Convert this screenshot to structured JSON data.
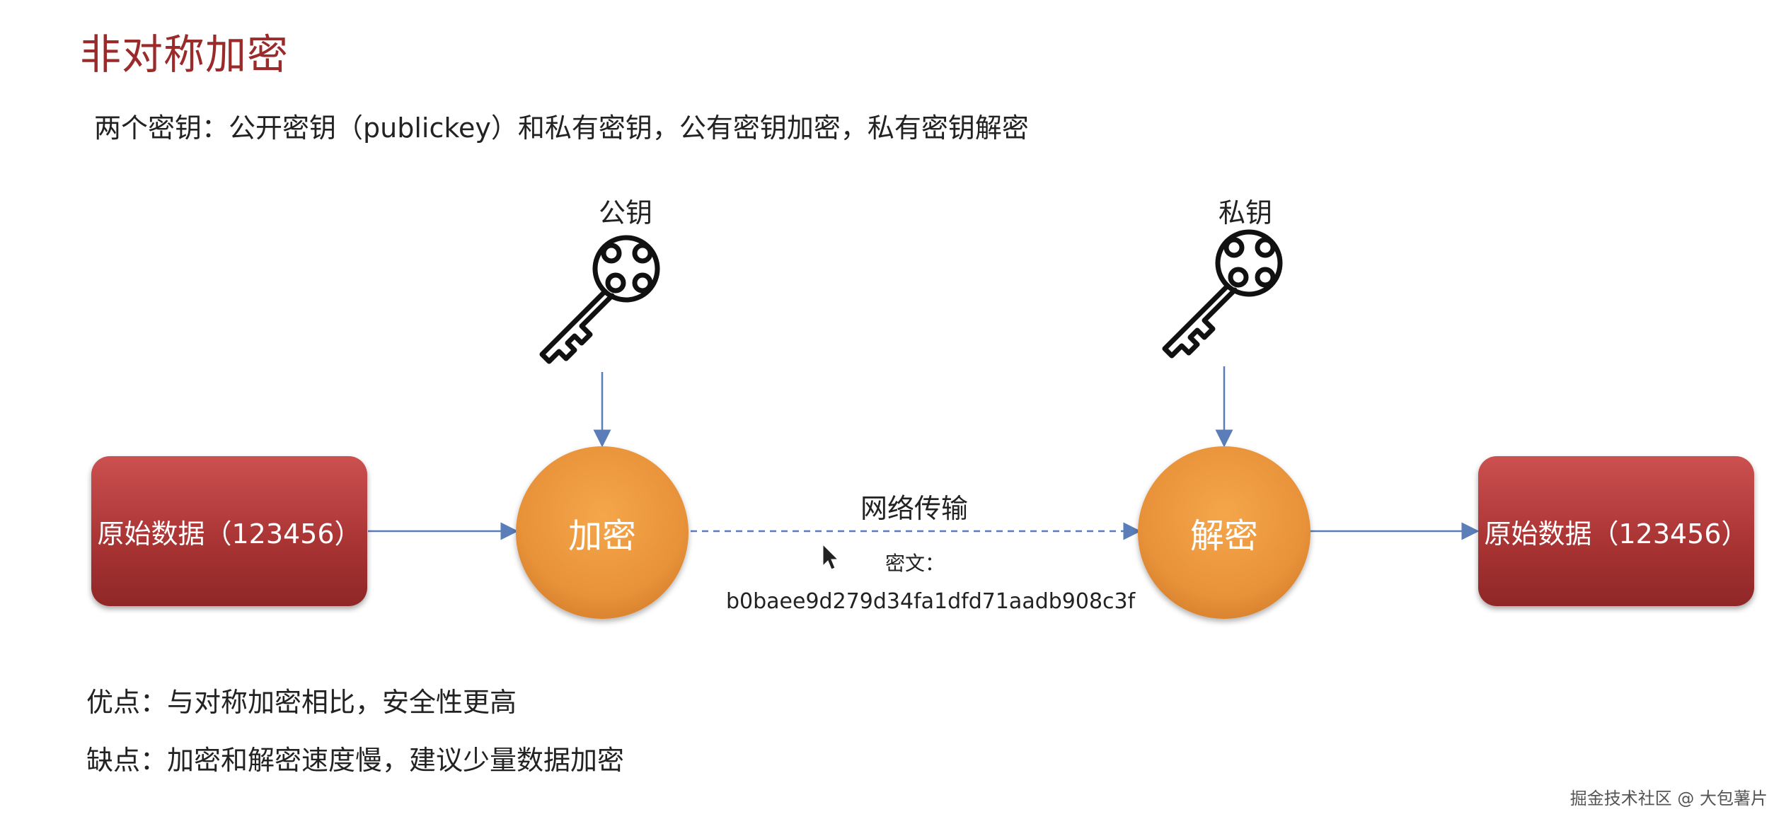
{
  "title": "非对称加密",
  "subtitle": "两个密钥：公开密钥（publickey）和私有密钥，公有密钥加密，私有密钥解密",
  "keys": {
    "public_label": "公钥",
    "private_label": "私钥"
  },
  "nodes": {
    "source_data": "原始数据（123456）",
    "encrypt": "加密",
    "decrypt": "解密",
    "target_data": "原始数据（123456）"
  },
  "transfer": {
    "label": "网络传输",
    "cipher_label": "密文：",
    "cipher_value": "b0baee9d279d34fa1dfd71aadb908c3f"
  },
  "notes": {
    "pros": "优点：与对称加密相比，安全性更高",
    "cons": "缺点：加密和解密速度慢，建议少量数据加密"
  },
  "watermark": "掘金技术社区 @ 大包薯片",
  "colors": {
    "title": "#9b2a2a",
    "data_box": "#b83c3c",
    "process_circle": "#e8923a",
    "arrow": "#5b7db8"
  }
}
